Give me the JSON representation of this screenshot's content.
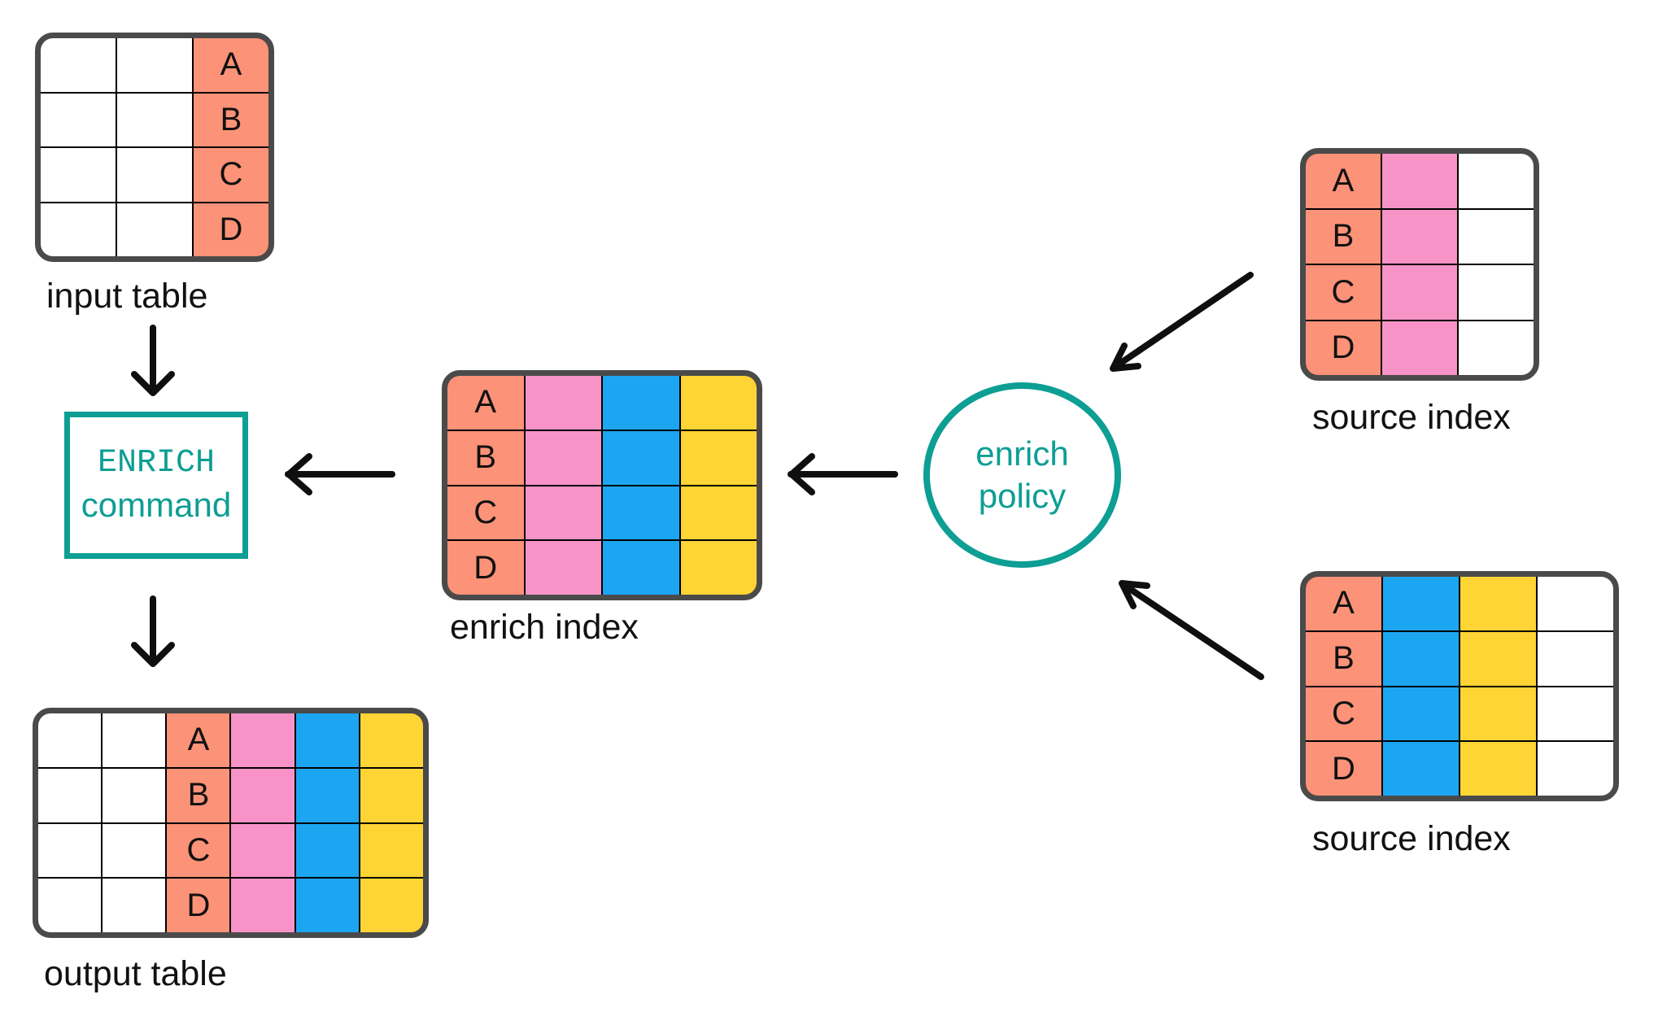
{
  "colors": {
    "salmon": "#FC9277",
    "pink": "#F893C8",
    "blue": "#1CA6F2",
    "yellow": "#FFD435",
    "teal": "#0D9E94",
    "table_border": "#4A4A4A",
    "grid_line": "#000000",
    "ink": "#111111",
    "arrow": "#0F0F0F",
    "bg": "#FFFFFF"
  },
  "enrich_command": {
    "line1": "ENRICH",
    "line2": "command"
  },
  "enrich_policy": {
    "line1": "enrich",
    "line2": "policy"
  },
  "tables": {
    "input": {
      "label": "input table",
      "rows": 4,
      "columns": [
        "blank",
        "blank",
        "key"
      ],
      "key_cells": [
        "A",
        "B",
        "C",
        "D"
      ]
    },
    "enrich_index": {
      "label": "enrich index",
      "rows": 4,
      "columns": [
        "key",
        "pink",
        "blue",
        "yellow"
      ],
      "key_cells": [
        "A",
        "B",
        "C",
        "D"
      ]
    },
    "source_top": {
      "label": "source index",
      "rows": 4,
      "columns": [
        "key",
        "pink",
        "blank"
      ],
      "key_cells": [
        "A",
        "B",
        "C",
        "D"
      ]
    },
    "source_bottom": {
      "label": "source index",
      "rows": 4,
      "columns": [
        "key",
        "blue",
        "yellow",
        "blank"
      ],
      "key_cells": [
        "A",
        "B",
        "C",
        "D"
      ]
    },
    "output": {
      "label": "output table",
      "rows": 4,
      "columns": [
        "blank",
        "blank",
        "key",
        "pink",
        "blue",
        "yellow"
      ],
      "key_cells": [
        "A",
        "B",
        "C",
        "D"
      ]
    }
  },
  "arrows": [
    {
      "name": "input-to-command",
      "direction": "down"
    },
    {
      "name": "command-to-output",
      "direction": "down"
    },
    {
      "name": "enrich-index-to-command",
      "direction": "left"
    },
    {
      "name": "policy-to-enrich-index",
      "direction": "left"
    },
    {
      "name": "source-top-to-policy",
      "direction": "down-left"
    },
    {
      "name": "source-bottom-to-policy",
      "direction": "up-left"
    }
  ]
}
